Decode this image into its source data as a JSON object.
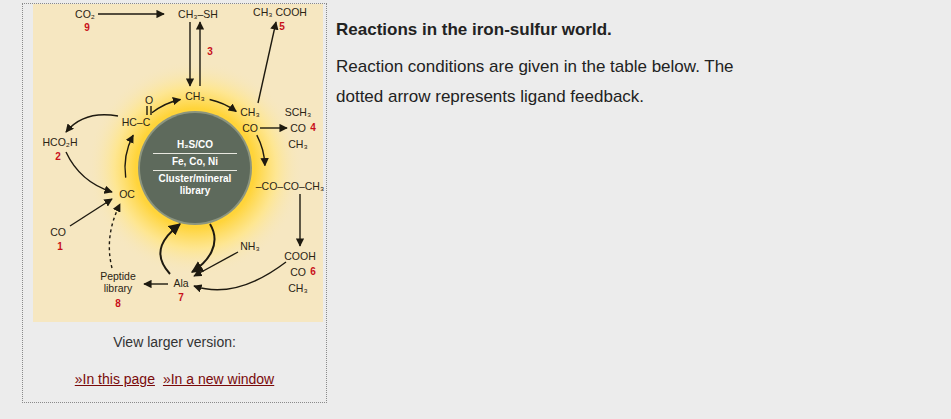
{
  "diagram": {
    "title": "Reactions in the iron-sulfur world.",
    "caption": "Reaction conditions are given in the table below. The dotted arrow represents ligand feedback.",
    "nodes": [
      {
        "text": [
          "View larger version:",
          "»In this page",
          "»In a new window"
        ]
      },
      {
        "text": [
          "H₂S/CO",
          "Fe, Co, Ni",
          "Cluster/mineral library"
        ],
        "in": 0
      }
    ],
    "labels": [
      "CO₂",
      "9",
      "CH₃–SH",
      "3",
      "CH₃ COOH",
      "5",
      "O",
      "HC–C",
      "CH₃",
      "HCO₂H",
      "2",
      "OC",
      "CO",
      "1",
      "CH₃",
      "CO",
      "SCH₃",
      "CO",
      "4",
      "CH₃",
      "–CO–CO–CH₃",
      "NH₃",
      "COOH",
      "CO",
      "6",
      "CH₃",
      "Ala",
      "7",
      "Peptide library",
      "8"
    ]
  }
}
